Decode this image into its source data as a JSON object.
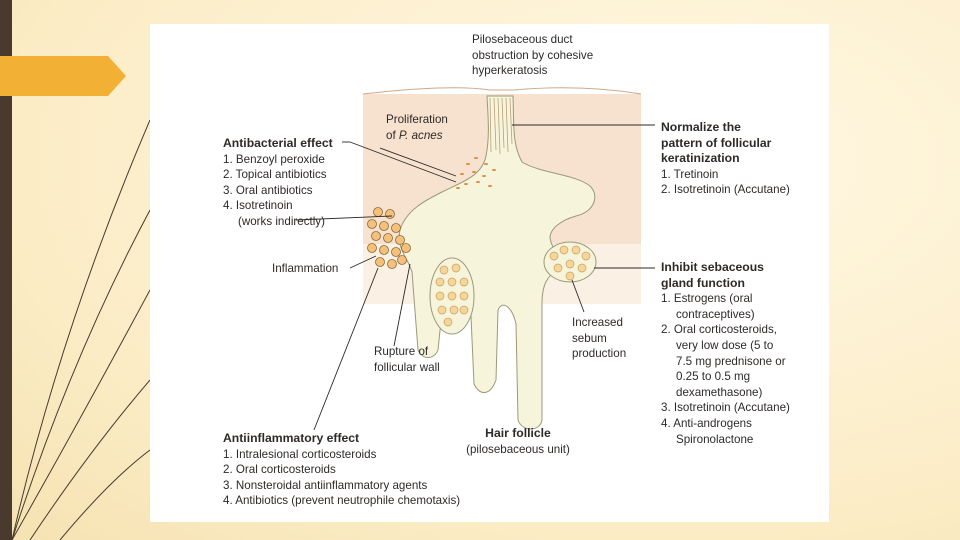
{
  "colors": {
    "slide_bg": "#fdf3d8",
    "left_bar": "#4a3a2d",
    "tab_fill": "#f2b134",
    "skin_band": "#f6dcc8",
    "follicle_fill": "#f7f3d8",
    "follicle_stroke": "#9a9a7a",
    "bacteria": "#e08a3c",
    "cell_fill": "#f4c07a",
    "text": "#2e2a28"
  },
  "diagram": {
    "top_label": [
      "Pilosebaceous duct",
      "obstruction by cohesive",
      "hyperkeratosis"
    ],
    "proliferation": {
      "line1": "Proliferation",
      "line2_prefix": "of ",
      "line2_italic": "P. acnes"
    },
    "antibacterial": {
      "title": "Antibacterial effect",
      "items": [
        "1. Benzoyl peroxide",
        "2. Topical antibiotics",
        "3. Oral antibiotics",
        "4. Isotretinoin",
        "(works indirectly)"
      ]
    },
    "inflammation_label": "Inflammation",
    "rupture_label": [
      "Rupture of",
      "follicular wall"
    ],
    "sebum_label": [
      "Increased",
      "sebum",
      "production"
    ],
    "hair_follicle": {
      "title": "Hair follicle",
      "subtitle": "(pilosebaceous unit)"
    },
    "normalize": {
      "title": [
        "Normalize the",
        "pattern of follicular",
        "keratinization"
      ],
      "items": [
        "1. Tretinoin",
        "2. Isotretinoin (Accutane)"
      ]
    },
    "inhibit": {
      "title": [
        "Inhibit sebaceous",
        "gland function"
      ],
      "items": [
        "1. Estrogens (oral",
        "contraceptives)",
        "2. Oral corticosteroids,",
        "very low dose (5 to",
        "7.5 mg prednisone or",
        "0.25 to 0.5 mg",
        "dexamethasone)",
        "3. Isotretinoin (Accutane)",
        "4. Anti-androgens",
        "Spironolactone"
      ]
    },
    "antiinflammatory": {
      "title": "Antiinflammatory effect",
      "items": [
        "1. Intralesional corticosteroids",
        "2. Oral corticosteroids",
        "3. Nonsteroidal antiinflammatory agents",
        "4. Antibiotics (prevent neutrophile chemotaxis)"
      ]
    }
  }
}
